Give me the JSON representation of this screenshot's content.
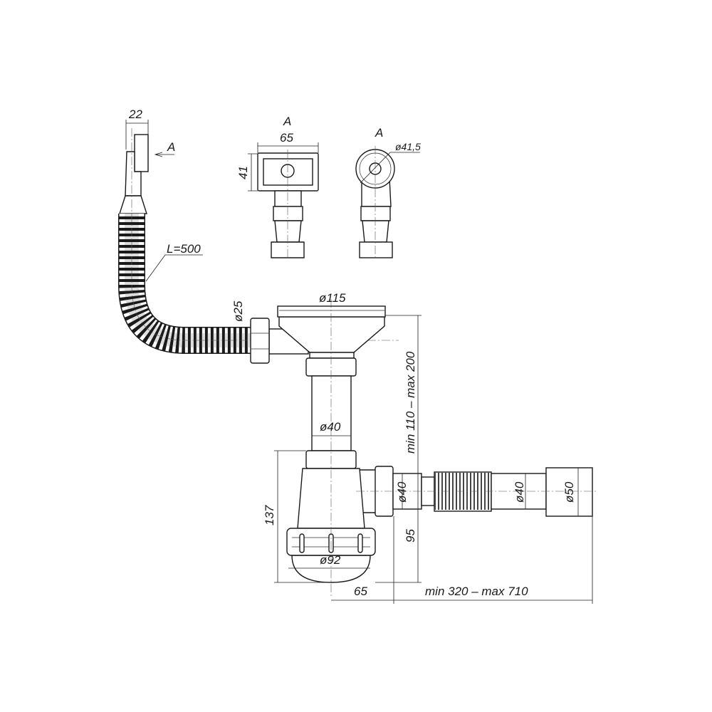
{
  "labels": {
    "overflow_width": "22",
    "section_arrow": "A",
    "view_a_rect_title": "A",
    "view_a_rect_width": "65",
    "view_a_rect_height": "41",
    "view_a_round_title": "A",
    "view_a_round_diameter": "ø41,5",
    "hose_length": "L=500",
    "hose_diameter": "ø25",
    "strainer_diameter": "ø115",
    "height_range": "min 110 – max 200",
    "pipe_diameter": "ø40",
    "bottle_height": "137",
    "outlet_diameter_1": "ø40",
    "outlet_diameter_2": "ø40",
    "outlet_diameter_3": "ø50",
    "outlet_height": "95",
    "bottle_diameter": "ø92",
    "outlet_offset": "65",
    "length_range": "min 320 – max 710"
  }
}
